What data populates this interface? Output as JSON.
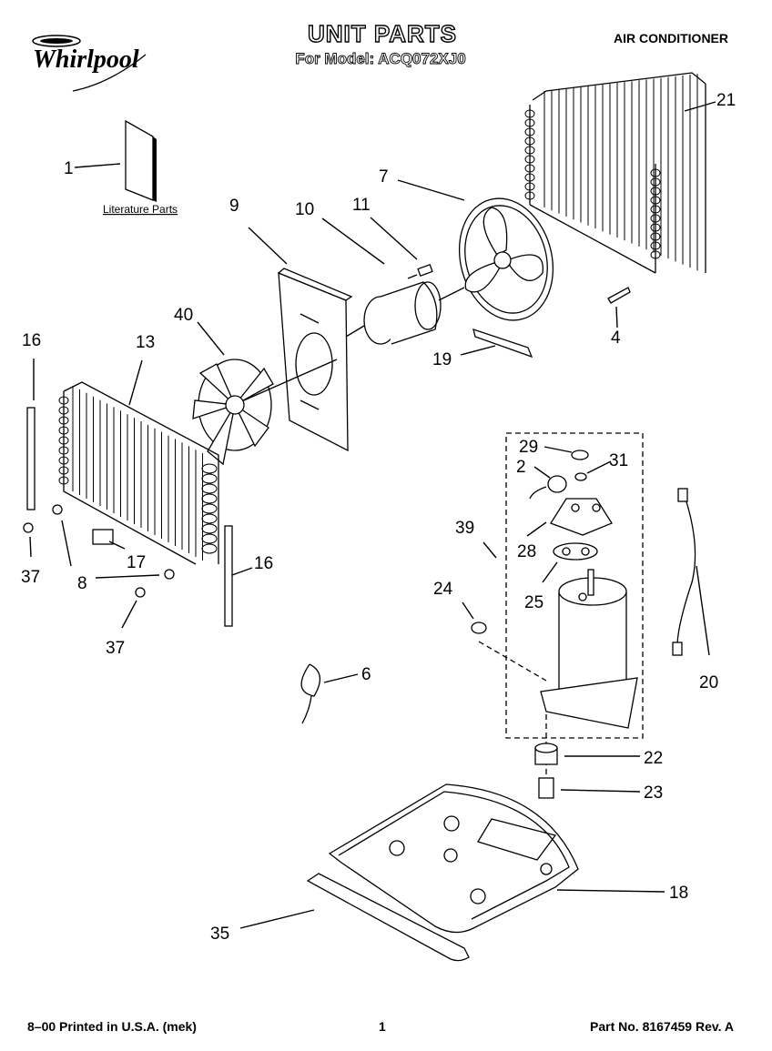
{
  "header": {
    "title": "UNIT PARTS",
    "model_line": "For Model: ACQ072XJ0",
    "category": "AIR CONDITIONER",
    "brand": "Whirlpool"
  },
  "literature_label": "Literature Parts",
  "callouts": [
    {
      "id": "c1",
      "label": "1"
    },
    {
      "id": "c7",
      "label": "7"
    },
    {
      "id": "c21",
      "label": "21"
    },
    {
      "id": "c9",
      "label": "9"
    },
    {
      "id": "c10",
      "label": "10"
    },
    {
      "id": "c11",
      "label": "11"
    },
    {
      "id": "c40",
      "label": "40"
    },
    {
      "id": "c16a",
      "label": "16"
    },
    {
      "id": "c13",
      "label": "13"
    },
    {
      "id": "c4",
      "label": "4"
    },
    {
      "id": "c19",
      "label": "19"
    },
    {
      "id": "c29",
      "label": "29"
    },
    {
      "id": "c2",
      "label": "2"
    },
    {
      "id": "c31",
      "label": "31"
    },
    {
      "id": "c39",
      "label": "39"
    },
    {
      "id": "c28",
      "label": "28"
    },
    {
      "id": "c25",
      "label": "25"
    },
    {
      "id": "c24",
      "label": "24"
    },
    {
      "id": "c17",
      "label": "17"
    },
    {
      "id": "c16b",
      "label": "16"
    },
    {
      "id": "c37a",
      "label": "37"
    },
    {
      "id": "c8",
      "label": "8"
    },
    {
      "id": "c37b",
      "label": "37"
    },
    {
      "id": "c6",
      "label": "6"
    },
    {
      "id": "c20",
      "label": "20"
    },
    {
      "id": "c22",
      "label": "22"
    },
    {
      "id": "c23",
      "label": "23"
    },
    {
      "id": "c18",
      "label": "18"
    },
    {
      "id": "c35",
      "label": "35"
    }
  ],
  "footer": {
    "left": "8–00 Printed in U.S.A. (mek)",
    "center": "1",
    "right": "Part No. 8167459 Rev. A"
  }
}
